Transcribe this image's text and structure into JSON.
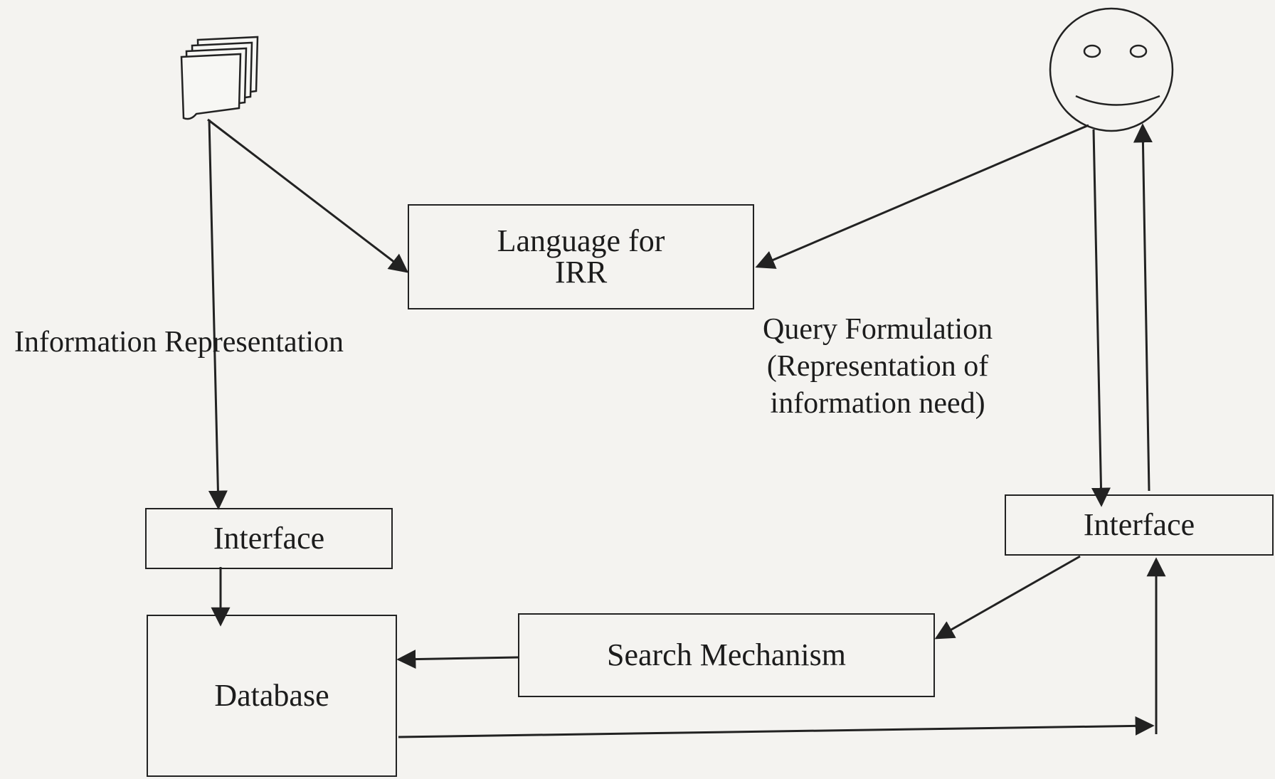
{
  "diagram": {
    "nodes": {
      "documents": {
        "icon": "documents-icon"
      },
      "user": {
        "icon": "smiley-user-icon"
      },
      "language_box": {
        "lines": [
          "Language for",
          "IRR"
        ]
      },
      "interface_left": {
        "label": "Interface"
      },
      "interface_right": {
        "label": "Interface"
      },
      "search_mechanism": {
        "label": "Search Mechanism"
      },
      "database": {
        "label": "Database"
      }
    },
    "labels": {
      "information_representation": "Information Representation",
      "query_formulation": [
        "Query Formulation",
        "(Representation of",
        "information need)"
      ]
    },
    "edges": [
      {
        "from": "documents",
        "to": "language_box"
      },
      {
        "from": "documents",
        "to": "interface_left"
      },
      {
        "from": "user",
        "to": "language_box"
      },
      {
        "from": "user",
        "to": "interface_right"
      },
      {
        "from": "interface_right",
        "to": "user"
      },
      {
        "from": "interface_left",
        "to": "database"
      },
      {
        "from": "interface_right",
        "to": "search_mechanism"
      },
      {
        "from": "search_mechanism",
        "to": "database"
      },
      {
        "from": "database",
        "to": "interface_right"
      }
    ]
  }
}
